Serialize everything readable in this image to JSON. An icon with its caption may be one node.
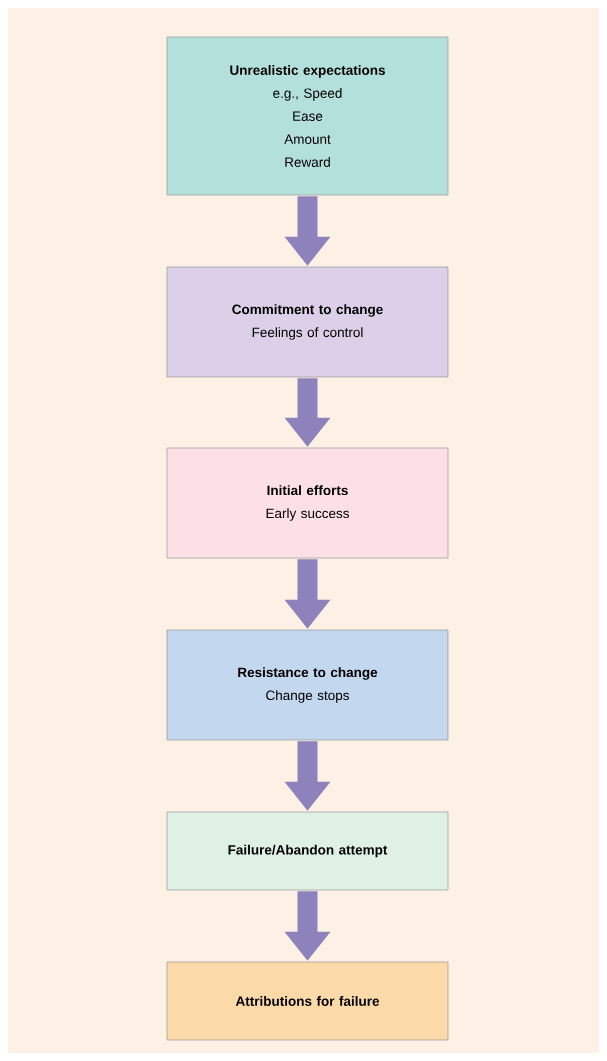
{
  "diagram": {
    "nodes": [
      {
        "text": [
          "Unrealistic expectations",
          "e.g., Speed",
          "Ease",
          "Amount",
          "Reward"
        ]
      },
      {
        "text": [
          "Commitment to change",
          "Feelings of control"
        ]
      },
      {
        "text": [
          "Initial efforts",
          "Early success"
        ]
      },
      {
        "text": [
          "Resistance to change",
          "Change stops"
        ]
      },
      {
        "text": [
          "Failure/Abandon attempt"
        ]
      },
      {
        "text": [
          "Attributions for failure"
        ]
      }
    ],
    "edges": [
      {
        "from": 0,
        "to": 1,
        "arrow": "to"
      },
      {
        "from": 1,
        "to": 2,
        "arrow": "to"
      },
      {
        "from": 2,
        "to": 3,
        "arrow": "to"
      },
      {
        "from": 3,
        "to": 4,
        "arrow": "to"
      },
      {
        "from": 4,
        "to": 5,
        "arrow": "to"
      }
    ]
  }
}
